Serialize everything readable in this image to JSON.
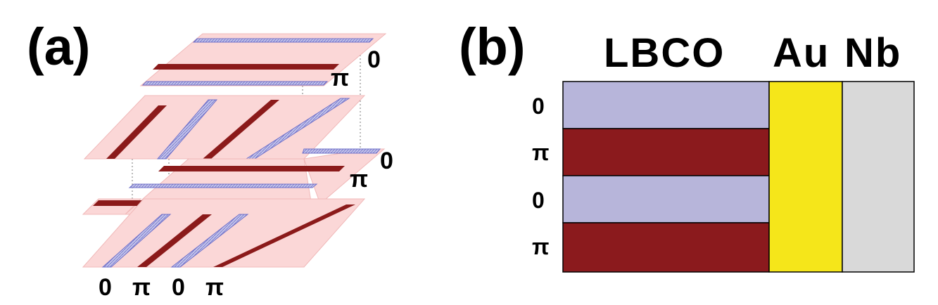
{
  "panel_a": {
    "label": "(a)",
    "phase_labels": {
      "top_plane_zero": "0",
      "top_plane_pi": "π",
      "third_plane_zero": "0",
      "third_plane_pi": "π",
      "bottom_row": [
        "0",
        "π",
        "0",
        "π"
      ]
    },
    "colors": {
      "plane_fill": "#fbd7d7",
      "plane_edge": "#f0b8b8",
      "stripe_pi": "#8b1a1a",
      "stripe_zero": "#b8b8e0",
      "stripe_zero_edge": "#6f70c9"
    }
  },
  "panel_b": {
    "label": "(b)",
    "columns": [
      "LBCO",
      "Au",
      "Nb"
    ],
    "rows": [
      "0",
      "π",
      "0",
      "π"
    ],
    "colors": {
      "zero_layer": "#b7b5da",
      "pi_layer": "#8b1a1d",
      "au": "#f5e61a",
      "nb": "#d9d9d9",
      "border": "#000000"
    }
  }
}
